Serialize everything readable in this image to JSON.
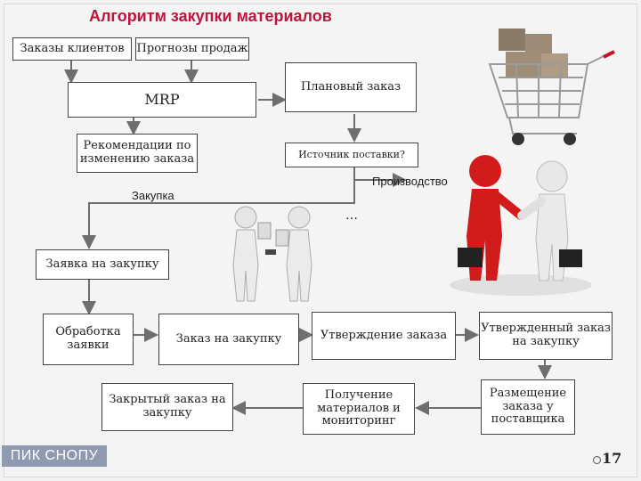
{
  "title": "Алгоритм закупки материалов",
  "nodes": {
    "customer_orders": "Заказы клиентов",
    "sales_forecasts": "Прогнозы продаж",
    "mrp": "MRP",
    "planned_order": "Плановый заказ",
    "change_recommendations": "Рекомендации по изменению заказа",
    "supply_source": "Источник поставки?",
    "production": "Производство",
    "purchase": "Закупка",
    "ellipsis": "…",
    "purchase_request": "Заявка на закупку",
    "request_processing": "Обработка заявки",
    "purchase_order": "Заказ на закупку",
    "order_approval": "Утверждение заказа",
    "approved_order": "Утвержденный заказ на закупку",
    "closed_order": "Закрытый заказ на закупку",
    "receipt_monitoring": "Получение материалов и мониторинг",
    "order_placement": "Размещение заказа у поставщика"
  },
  "footer": {
    "logo": "ПИК СНОПУ",
    "page_number": "17"
  },
  "colors": {
    "title": "#c0143c",
    "logo_bg": "#8f9ab0",
    "figure_red": "#d21c1c",
    "figure_white": "#e8e8e8"
  },
  "icons": [
    "shopping-cart-with-boxes",
    "handshake-figures-icon",
    "exchange-figures-icon"
  ]
}
